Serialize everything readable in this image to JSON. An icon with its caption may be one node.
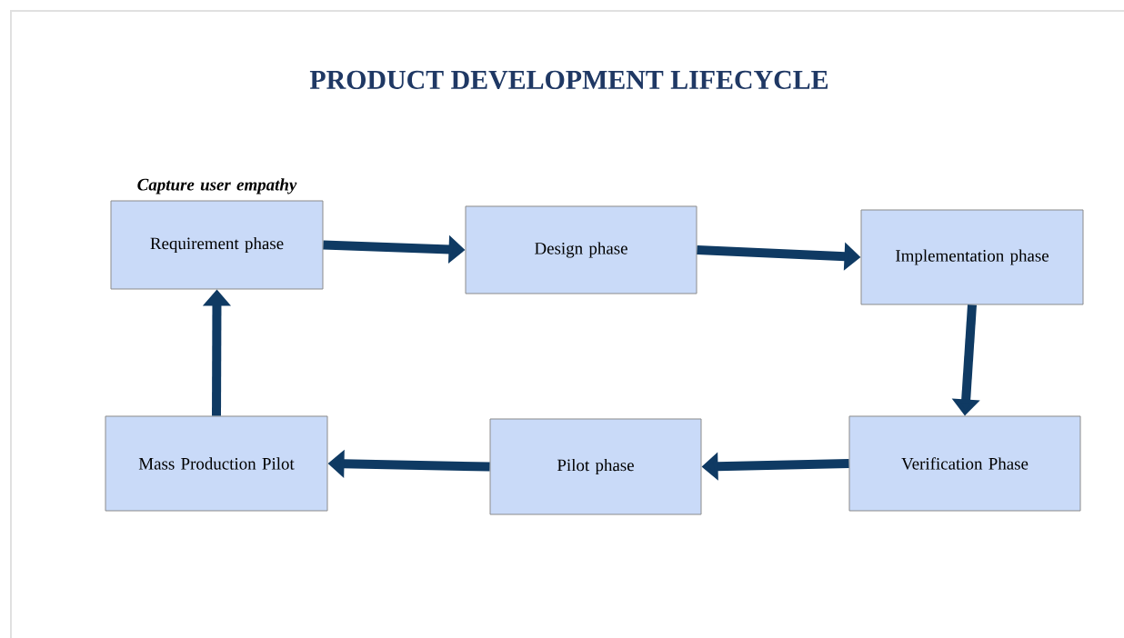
{
  "diagram": {
    "title": "PRODUCT  DEVELOPMENT  LIFECYCLE",
    "nodes": [
      {
        "text": [
          "Requirement phase"
        ],
        "beside": [
          "Capture user empathy"
        ]
      },
      {
        "text": [
          "Design phase"
        ]
      },
      {
        "text": [
          "Implementation phase"
        ]
      },
      {
        "text": [
          "Verification Phase"
        ]
      },
      {
        "text": [
          "Pilot phase"
        ]
      },
      {
        "text": [
          "Mass Production Pilot"
        ]
      }
    ],
    "edges": [
      {
        "from": 0,
        "to": 1,
        "arrow": "to"
      },
      {
        "from": 1,
        "to": 2,
        "arrow": "to"
      },
      {
        "from": 2,
        "to": 3,
        "arrow": "to"
      },
      {
        "from": 3,
        "to": 4,
        "arrow": "to"
      },
      {
        "from": 4,
        "to": 5,
        "arrow": "to"
      },
      {
        "from": 5,
        "to": 0,
        "arrow": "to"
      }
    ]
  }
}
